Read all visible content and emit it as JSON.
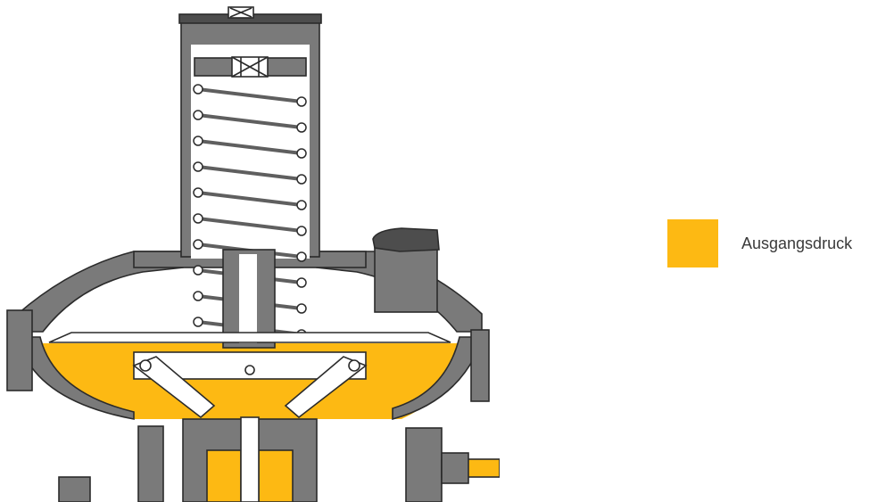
{
  "legend": {
    "items": [
      {
        "label": "Ausgangsdruck",
        "color": "#FDB913"
      }
    ]
  },
  "colors": {
    "outlet_pressure": "#FDB913",
    "housing": "#7a7a7a",
    "housing_dark": "#4d4d4d",
    "outline": "#2b2b2b",
    "inner": "#ffffff",
    "spring": "#5f5f5f"
  },
  "icons": [
    "regulator-cross-section",
    "compression-spring",
    "adjustment-screw",
    "vent-cap",
    "lever-mechanism"
  ]
}
